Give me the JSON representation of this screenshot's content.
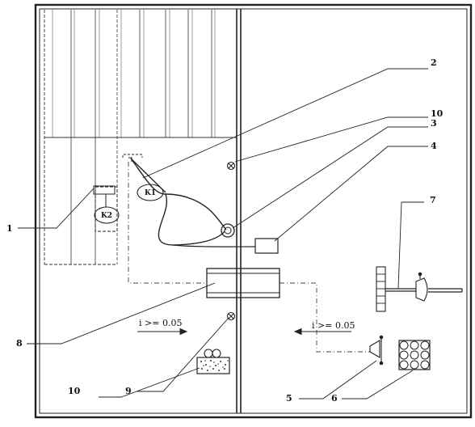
{
  "labels": {
    "n1": "1",
    "n2": "2",
    "n3": "3",
    "n4": "4",
    "n5": "5",
    "n6": "6",
    "n7": "7",
    "n8": "8",
    "n9": "9",
    "n10_top": "10",
    "n10_bottom": "10"
  },
  "components": {
    "k1": "K1",
    "k2": "K2"
  },
  "slopes": {
    "left": "i >= 0.05",
    "right": "i >= 0.05"
  }
}
